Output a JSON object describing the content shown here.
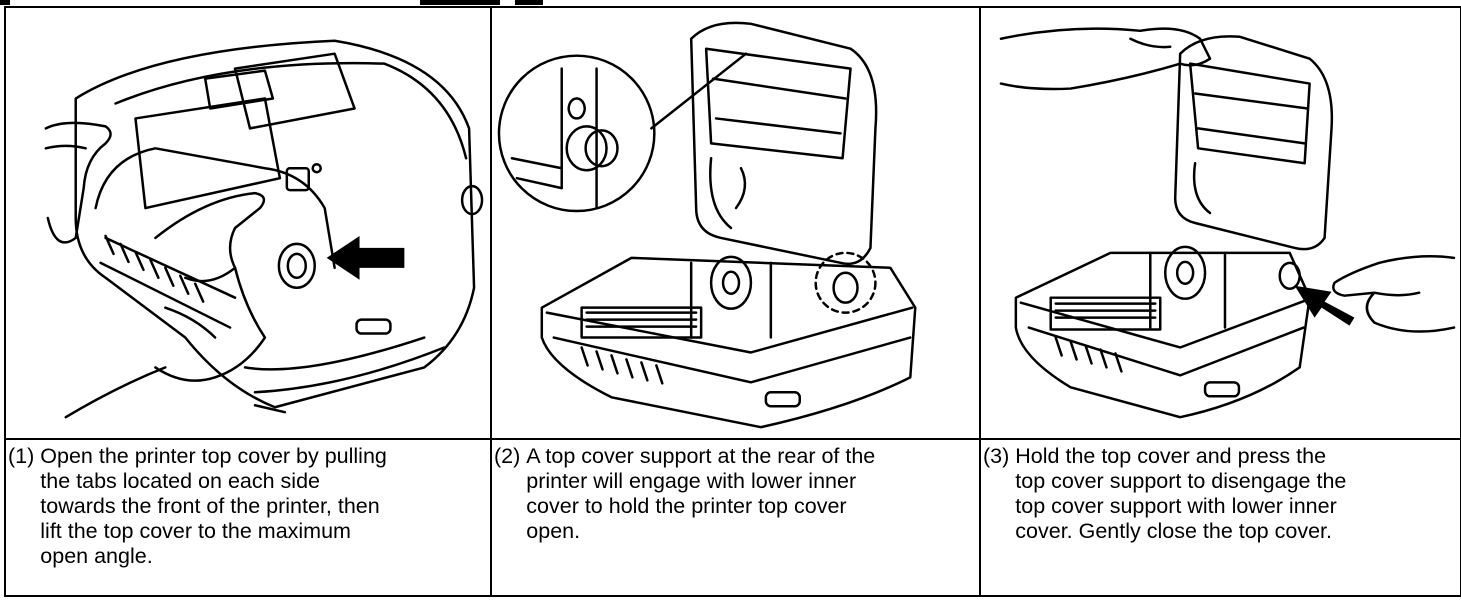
{
  "steps": [
    {
      "number": "(1)",
      "lines": [
        "Open the printer top cover by pulling",
        "the tabs located on each side",
        "towards the front of the printer, then",
        "lift the top cover to the maximum",
        "open angle."
      ],
      "illustration": "printer-closed-hands-pulling-tabs"
    },
    {
      "number": "(2)",
      "lines": [
        "A top cover support at the rear of the",
        "printer will engage with lower inner",
        "cover to hold the printer top cover",
        "open."
      ],
      "illustration": "printer-open-support-detail"
    },
    {
      "number": "(3)",
      "lines": [
        "Hold the top cover and press the",
        "top cover support to disengage the",
        "top cover support with lower inner",
        "cover. Gently close the top cover."
      ],
      "illustration": "printer-open-hand-pressing-support"
    }
  ]
}
